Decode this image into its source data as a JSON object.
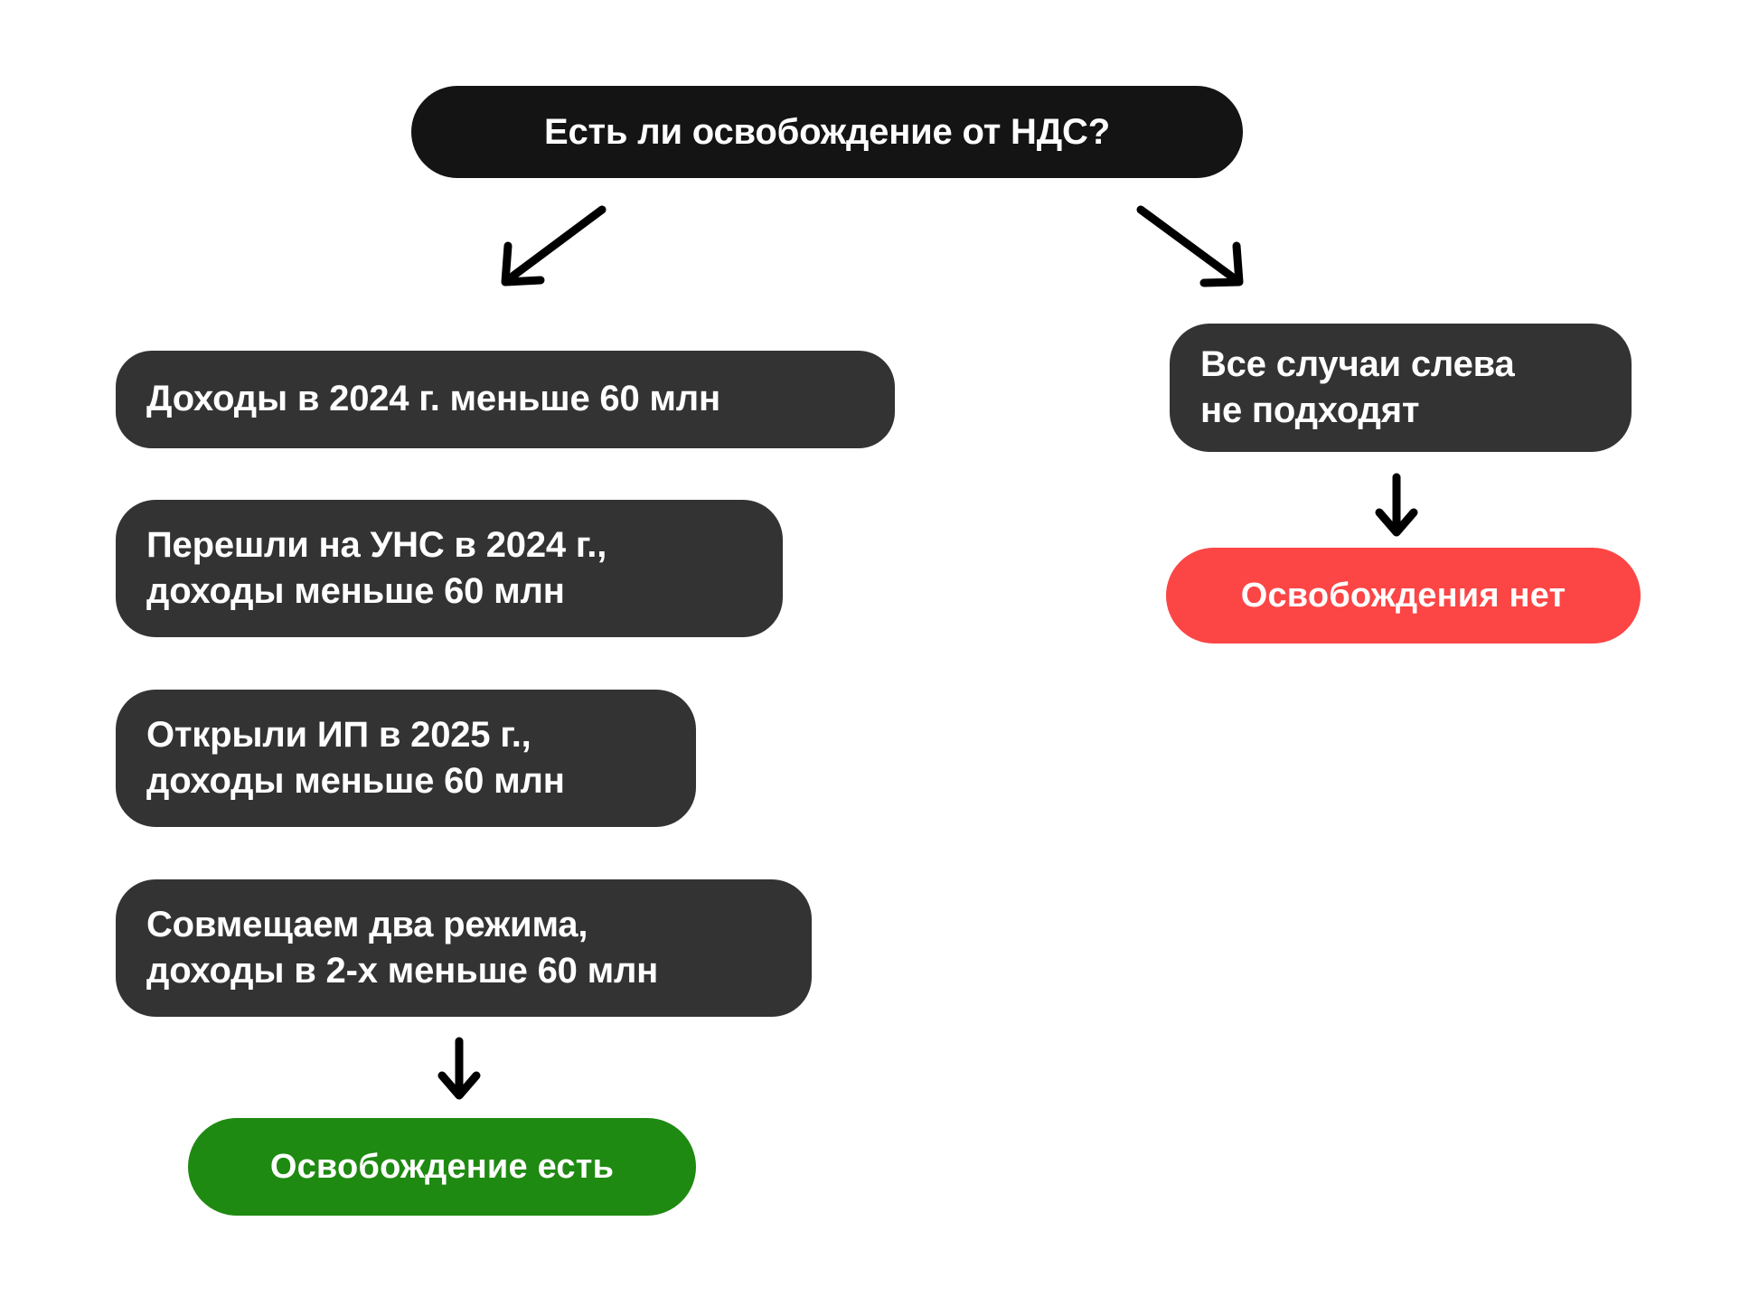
{
  "diagram": {
    "title_node": {
      "id": "root-question",
      "label": "Есть ли освобождение от НДС?",
      "color": "#141414",
      "text_color": "#FFFFFF"
    },
    "left_branch": {
      "conditions": [
        {
          "id": "cond-income-2024",
          "label": "Доходы в 2024 г. меньше 60 млн",
          "color": "#333333"
        },
        {
          "id": "cond-usn-2024",
          "label": "Перешли на УНС в 2024 г.,\nдоходы меньше 60 млн",
          "color": "#333333"
        },
        {
          "id": "cond-ip-2025",
          "label": "Открыли ИП в 2025 г.,\nдоходы меньше 60 млн",
          "color": "#333333"
        },
        {
          "id": "cond-two-modes",
          "label": "Совмещаем два режима,\nдоходы в 2-х меньше 60 млн",
          "color": "#333333"
        }
      ],
      "result": {
        "id": "result-exemption-yes",
        "label": "Освобождение есть",
        "color": "#1E8A11",
        "text_color": "#FFFFFF"
      }
    },
    "right_branch": {
      "condition": {
        "id": "cond-none-apply",
        "label": "Все случаи слева\nне подходят",
        "color": "#333333"
      },
      "result": {
        "id": "result-exemption-no",
        "label": "Освобождения нет",
        "color": "#FC4545",
        "text_color": "#FFFFFF"
      }
    },
    "edges": [
      {
        "id": "edge-root-to-left",
        "from": "root-question",
        "to": "cond-income-2024",
        "style": "diagonal-arrow"
      },
      {
        "id": "edge-root-to-right",
        "from": "root-question",
        "to": "cond-none-apply",
        "style": "diagonal-arrow"
      },
      {
        "id": "edge-left-to-result",
        "from": "cond-two-modes",
        "to": "result-exemption-yes",
        "style": "down-arrow"
      },
      {
        "id": "edge-right-to-result",
        "from": "cond-none-apply",
        "to": "result-exemption-no",
        "style": "down-arrow"
      }
    ],
    "background_color": "#FFFFFF",
    "arrow_color": "#000000"
  }
}
